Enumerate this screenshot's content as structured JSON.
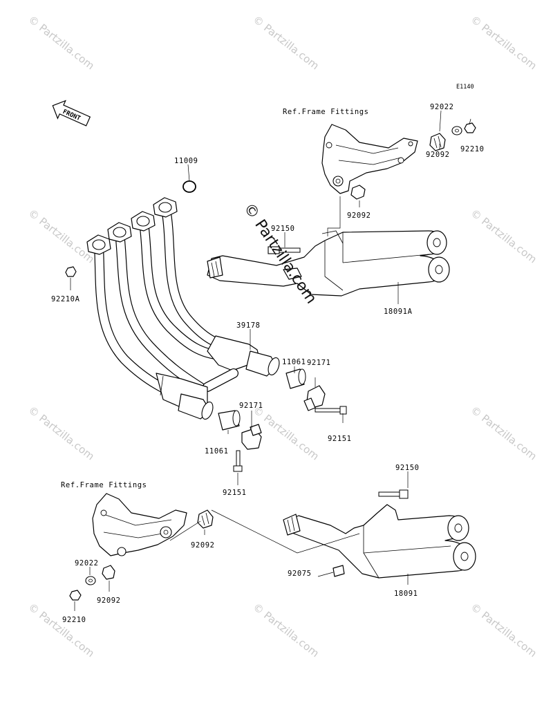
{
  "diagram_code": "E1140",
  "front_label": "FRONT",
  "watermark_text": "© Partzilla.com",
  "ref_labels": [
    "Ref.Frame Fittings",
    "Ref.Frame Fittings"
  ],
  "part_labels": [
    "92022",
    "92210",
    "92092",
    "92092",
    "11009",
    "92150",
    "92210A",
    "18091A",
    "39178",
    "11061",
    "92171",
    "92151",
    "92171",
    "11061",
    "92151",
    "92150",
    "92092",
    "92022",
    "92092",
    "92075",
    "18091",
    "92210"
  ]
}
